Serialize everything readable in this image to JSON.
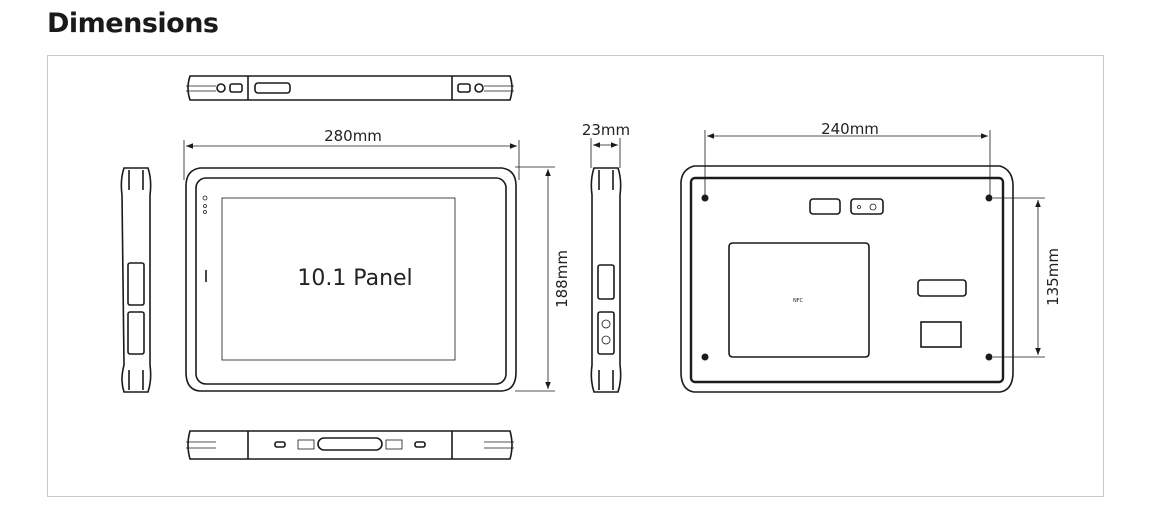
{
  "title": "Dimensions",
  "screen_label": "10.1 Panel",
  "dimensions": {
    "width": "280mm",
    "height": "188mm",
    "depth": "23mm",
    "back_hole_width": "240mm",
    "back_hole_height": "135mm"
  },
  "nfc_label": "NFC"
}
